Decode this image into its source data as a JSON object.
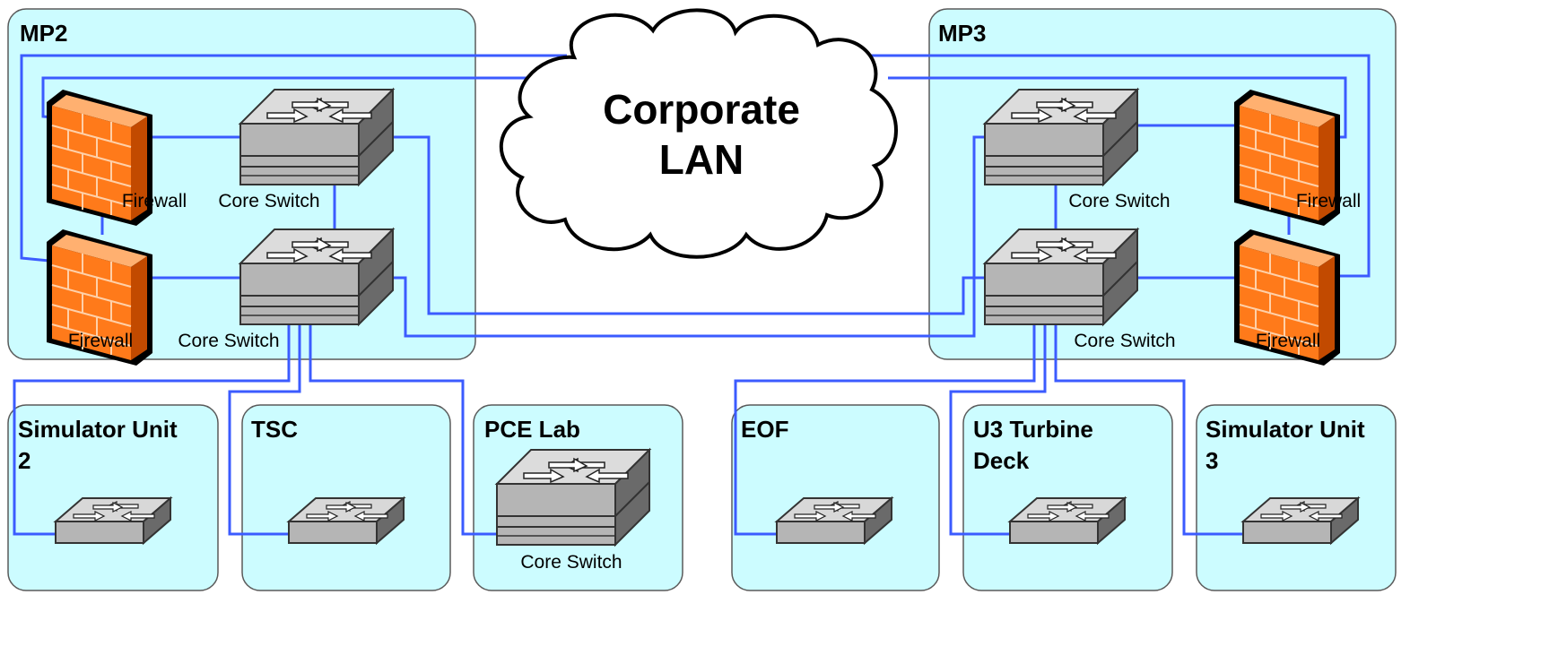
{
  "colors": {
    "zone_fill": "#ccfcff",
    "link": "#3b5bff",
    "firewall": "#ff7a1a",
    "switch": "#b8b8b8"
  },
  "cloud": {
    "line1": "Corporate",
    "line2": "LAN",
    "icon": "cloud-icon"
  },
  "zones": {
    "mp2": {
      "title": "MP2"
    },
    "mp3": {
      "title": "MP3"
    },
    "sim2": {
      "title_line1": "Simulator Unit",
      "title_line2": "2"
    },
    "tsc": {
      "title_line1": "TSC"
    },
    "pce": {
      "title_line1": "PCE Lab"
    },
    "eof": {
      "title_line1": "EOF"
    },
    "u3": {
      "title_line1": "U3 Turbine",
      "title_line2": "Deck"
    },
    "sim3": {
      "title_line1": "Simulator Unit",
      "title_line2": "3"
    }
  },
  "labels": {
    "mp2_fw_top": "Firewall",
    "mp2_fw_bottom": "Firewall",
    "mp2_cs_top": "Core Switch",
    "mp2_cs_bottom": "Core Switch",
    "mp3_cs_top": "Core Switch",
    "mp3_cs_bottom": "Core Switch",
    "mp3_fw_top": "Firewall",
    "mp3_fw_bottom": "Firewall",
    "pce_cs": "Core Switch"
  }
}
